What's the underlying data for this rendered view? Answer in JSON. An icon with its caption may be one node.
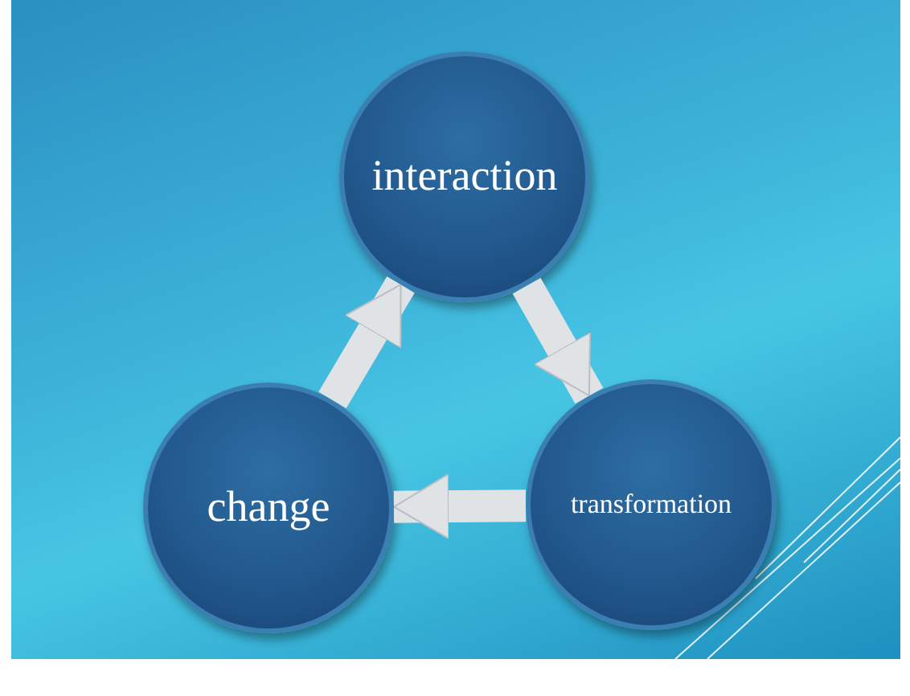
{
  "diagram": {
    "nodes": [
      {
        "text": [
          "interaction"
        ]
      },
      {
        "text": [
          "change"
        ]
      },
      {
        "text": [
          "transformation"
        ]
      }
    ],
    "edges": [
      {
        "from": 0,
        "to": 2,
        "arrow": "to"
      },
      {
        "from": 2,
        "to": 1,
        "arrow": "to"
      },
      {
        "from": 1,
        "to": 0,
        "arrow": "to"
      }
    ]
  }
}
